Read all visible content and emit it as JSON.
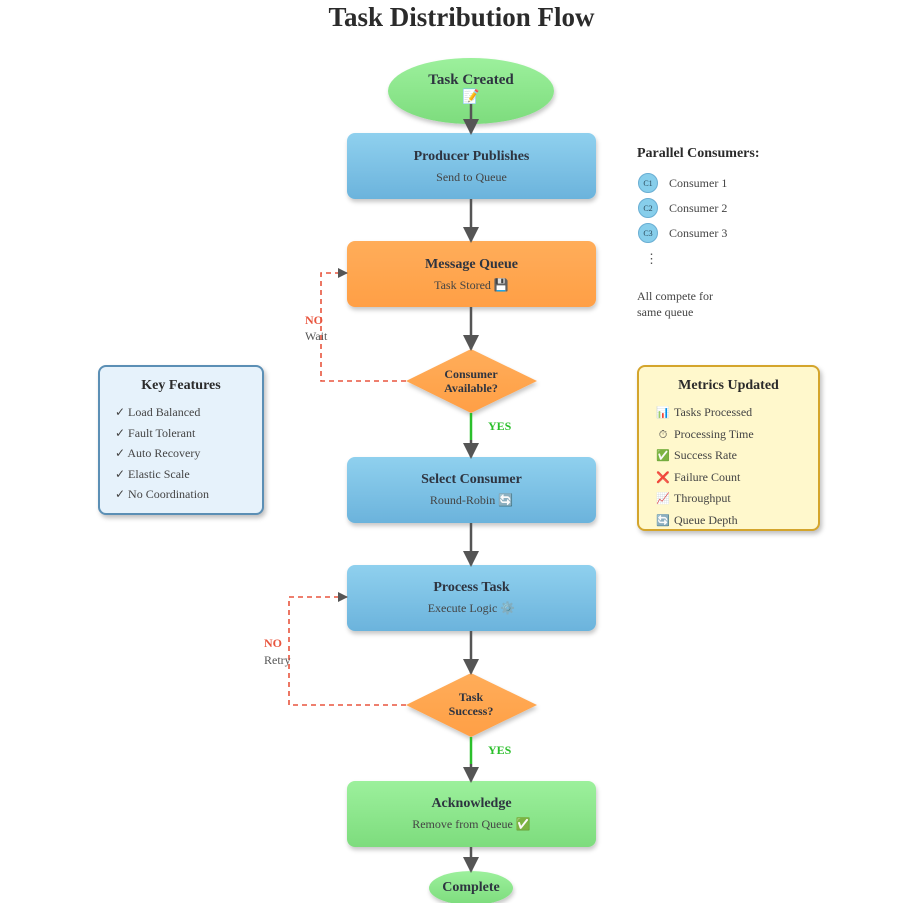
{
  "title": "Task Distribution Flow",
  "nodes": {
    "start": {
      "label": "Task Created",
      "icon": "📝"
    },
    "producer": {
      "label": "Producer Publishes",
      "sub": "Send to Queue"
    },
    "queue": {
      "label": "Message Queue",
      "sub": "Task Stored 💾"
    },
    "available": {
      "line1": "Consumer",
      "line2": "Available?"
    },
    "select": {
      "label": "Select Consumer",
      "sub": "Round-Robin 🔄"
    },
    "process": {
      "label": "Process Task",
      "sub": "Execute Logic ⚙️"
    },
    "success": {
      "line1": "Task",
      "line2": "Success?"
    },
    "ack": {
      "label": "Acknowledge",
      "sub": "Remove from Queue ✅"
    },
    "end": {
      "label": "Complete"
    }
  },
  "edges": {
    "available_no": {
      "label": "NO",
      "sub": "Wait"
    },
    "available_yes": {
      "label": "YES"
    },
    "success_no": {
      "label": "NO",
      "sub": "Retry"
    },
    "success_yes": {
      "label": "YES"
    }
  },
  "consumers": {
    "heading": "Parallel Consumers:",
    "items": [
      {
        "badge": "C1",
        "label": "Consumer 1"
      },
      {
        "badge": "C2",
        "label": "Consumer 2"
      },
      {
        "badge": "C3",
        "label": "Consumer 3"
      }
    ],
    "ellipsis": "⋮",
    "note_line1": "All compete for",
    "note_line2": "same queue"
  },
  "key_features": {
    "heading": "Key Features",
    "items": [
      "✓ Load Balanced",
      "✓ Fault Tolerant",
      "✓ Auto Recovery",
      "✓ Elastic Scale",
      "✓ No Coordination"
    ]
  },
  "metrics": {
    "heading": "Metrics Updated",
    "items": [
      {
        "icon": "📊",
        "label": "Tasks Processed"
      },
      {
        "icon": "⏱",
        "label": "Processing Time"
      },
      {
        "icon": "✅",
        "label": "Success Rate"
      },
      {
        "icon": "❌",
        "label": "Failure Count"
      },
      {
        "icon": "📈",
        "label": "Throughput"
      },
      {
        "icon": "🔄",
        "label": "Queue Depth"
      }
    ]
  },
  "colors": {
    "blue": "#7ec3e6",
    "orange": "#ffa94d",
    "green": "#8ee88e",
    "no": "#e8553e",
    "yes": "#2bbf2b",
    "arrow": "#555555"
  }
}
